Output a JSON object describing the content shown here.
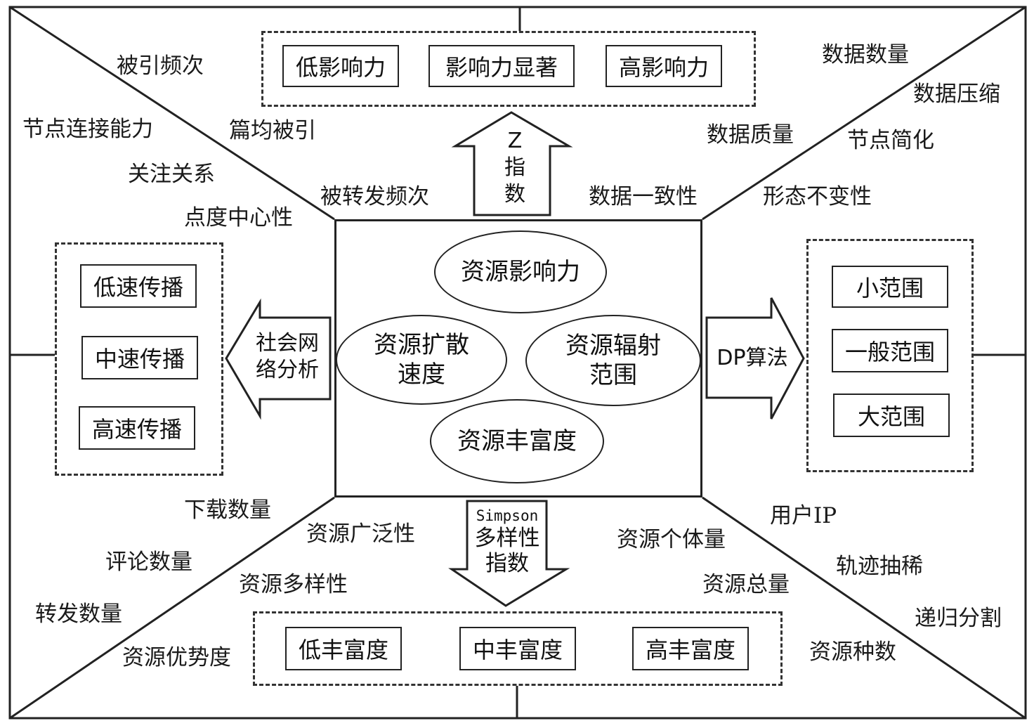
{
  "top": {
    "boxes": [
      "低影响力",
      "影响力显著",
      "高影响力"
    ],
    "arrow_label": "Z\n指\n数"
  },
  "bottom": {
    "boxes": [
      "低丰富度",
      "中丰富度",
      "高丰富度"
    ],
    "arrow_label_1": "Simpson",
    "arrow_label_2": "多样性\n指数"
  },
  "left": {
    "boxes": [
      "低速传播",
      "中速传播",
      "高速传播"
    ],
    "arrow_label": "社会网\n络分析"
  },
  "right": {
    "boxes": [
      "小范围",
      "一般范围",
      "大范围"
    ],
    "arrow_label": "DP算法"
  },
  "center": {
    "influence": "资源影响力",
    "speed": "资源扩散\n速度",
    "radiation": "资源辐射\n范围",
    "richness": "资源丰富度"
  },
  "labels": {
    "top_left": [
      "被引频次",
      "节点连接能力",
      "篇均被引",
      "关注关系",
      "被转发频次",
      "点度中心性"
    ],
    "top_right": [
      "数据数量",
      "数据压缩",
      "数据质量",
      "节点简化",
      "数据一致性",
      "形态不变性"
    ],
    "bottom_left": [
      "下载数量",
      "资源广泛性",
      "评论数量",
      "资源多样性",
      "转发数量",
      "资源优势度"
    ],
    "bottom_right": [
      "用户IP",
      "资源个体量",
      "轨迹抽稀",
      "资源总量",
      "递归分割",
      "资源种数"
    ]
  }
}
